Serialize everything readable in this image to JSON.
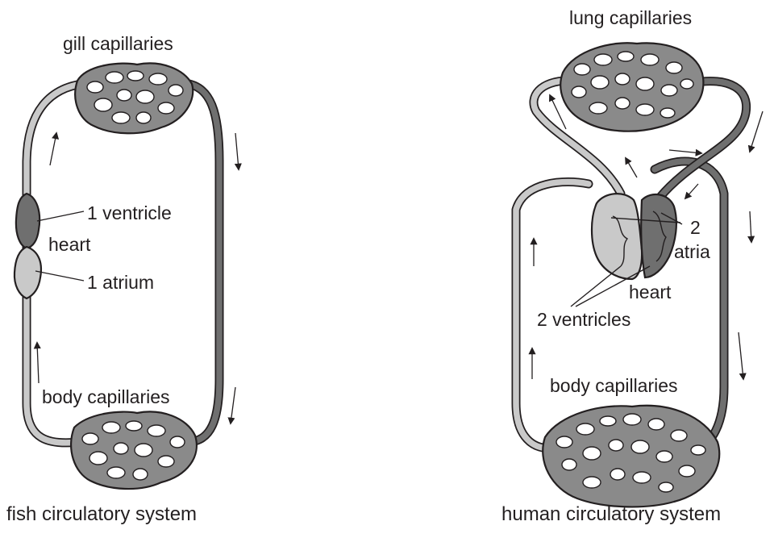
{
  "fish": {
    "gill_label": "gill capillaries",
    "ventricle_label": "1 ventricle",
    "heart_label": "heart",
    "atrium_label": "1 atrium",
    "body_label": "body capillaries",
    "caption": "fish circulatory system"
  },
  "human": {
    "lung_label": "lung capillaries",
    "atria_num_label": "2",
    "atria_label": "atria",
    "heart_label": "heart",
    "ventricles_label": "2 ventricles",
    "body_label": "body capillaries",
    "caption": "human circulatory system"
  },
  "colors": {
    "oxygen_poor": "#6f6f6f",
    "oxygen_rich": "#c9c9c9",
    "outline": "#231f20"
  }
}
